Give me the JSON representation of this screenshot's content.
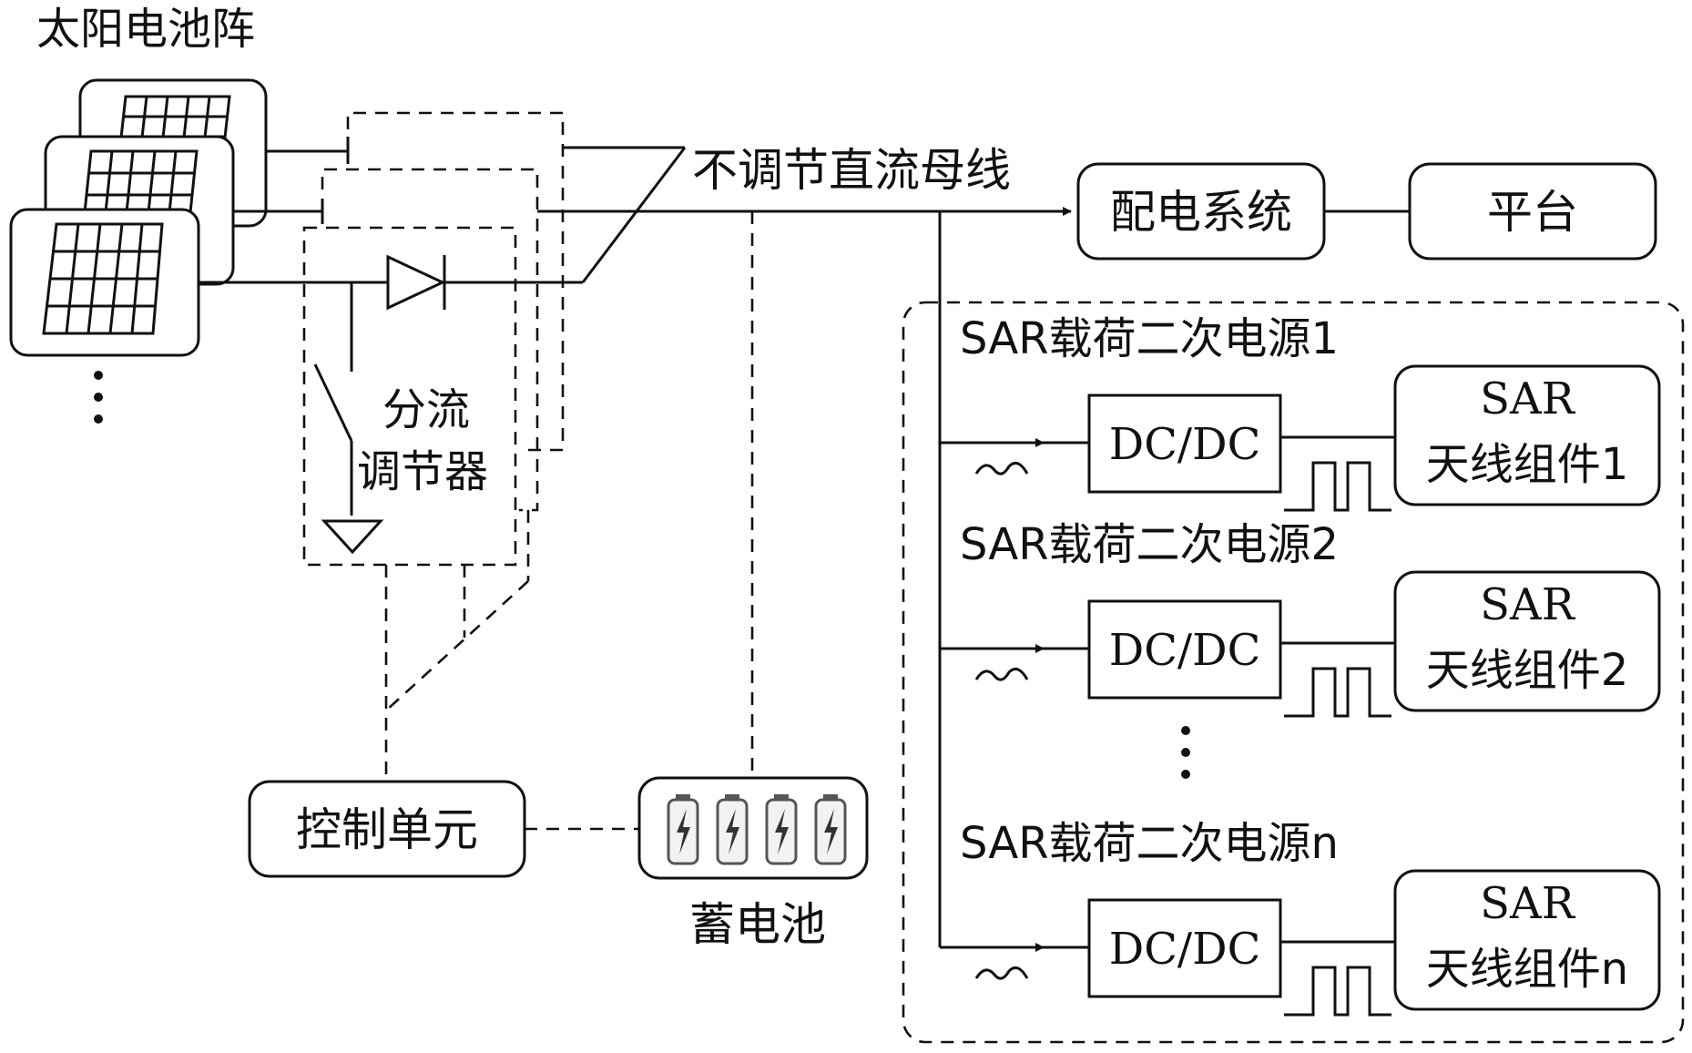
{
  "labels": {
    "solar_array": "太阳电池阵",
    "bus": "不调节直流母线",
    "distribution": "配电系统",
    "platform": "平台",
    "shunt_line1": "分流",
    "shunt_line2": "调节器",
    "control_unit": "控制单元",
    "battery": "蓄电池"
  },
  "sar_modules": [
    {
      "title": "SAR载荷二次电源1",
      "converter": "DC/DC",
      "antenna_line1": "SAR",
      "antenna_line2": "天线组件1"
    },
    {
      "title": "SAR载荷二次电源2",
      "converter": "DC/DC",
      "antenna_line1": "SAR",
      "antenna_line2": "天线组件2"
    },
    {
      "title": "SAR载荷二次电源n",
      "converter": "DC/DC",
      "antenna_line1": "SAR",
      "antenna_line2": "天线组件n"
    }
  ],
  "icons": [
    "solar-panel-icon",
    "diode-icon",
    "switch-icon",
    "ground-icon",
    "battery-cell-icon",
    "pulse-waveform-icon",
    "ripple-icon",
    "arrow-icon"
  ],
  "colors": {
    "stroke": "#111111",
    "battery_bolt": "#333333"
  }
}
